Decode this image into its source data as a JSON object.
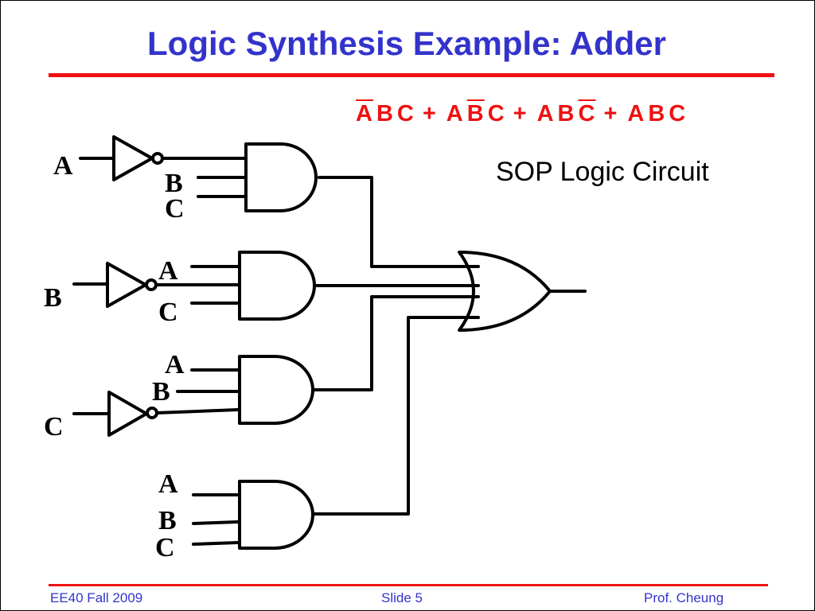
{
  "slide": {
    "title": "Logic Synthesis Example: Adder",
    "caption": "SOP Logic Circuit"
  },
  "equation": {
    "terms": [
      [
        {
          "v": "A",
          "bar": true
        },
        {
          "v": "B",
          "bar": false
        },
        {
          "v": "C",
          "bar": false
        }
      ],
      [
        {
          "v": "A",
          "bar": false
        },
        {
          "v": "B",
          "bar": true
        },
        {
          "v": "C",
          "bar": false
        }
      ],
      [
        {
          "v": "A",
          "bar": false
        },
        {
          "v": "B",
          "bar": false
        },
        {
          "v": "C",
          "bar": true
        }
      ],
      [
        {
          "v": "A",
          "bar": false
        },
        {
          "v": "B",
          "bar": false
        },
        {
          "v": "C",
          "bar": false
        }
      ]
    ],
    "operator": "+"
  },
  "circuit": {
    "gate1": {
      "input_label": "A",
      "label_b": "B",
      "label_c": "C"
    },
    "gate2": {
      "input_label": "B",
      "label_a": "A",
      "label_c": "C"
    },
    "gate3": {
      "input_label": "C",
      "label_a": "A",
      "label_b": "B"
    },
    "gate4": {
      "label_a": "A",
      "label_b": "B",
      "label_c": "C"
    }
  },
  "footer": {
    "left": "EE40 Fall 2009",
    "center": "Slide 5",
    "right": "Prof. Cheung"
  },
  "colors": {
    "title": "#3333cc",
    "accent_rule": "#ee1111",
    "equation": "#ee1111",
    "footer": "#3333cc"
  }
}
